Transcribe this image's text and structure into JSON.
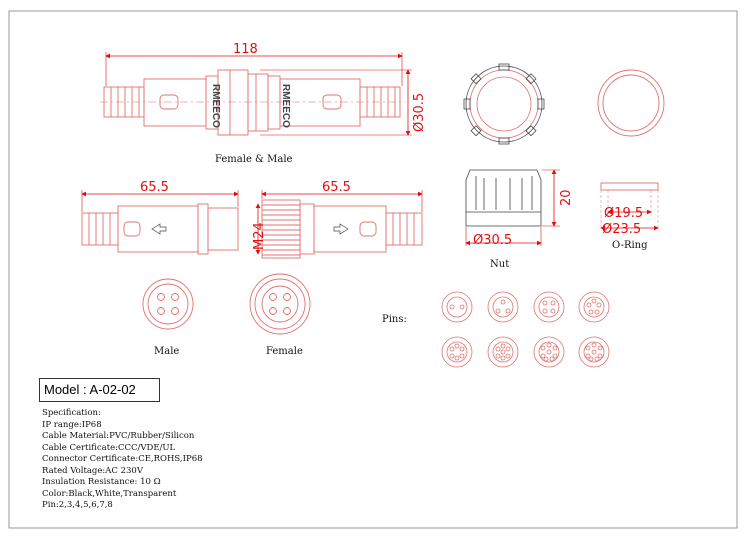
{
  "dimensions": {
    "overall_length": "118",
    "overall_dia": "Ø30.5",
    "left_half_length": "65.5",
    "right_half_length": "65.5",
    "thread": "M24",
    "nut_height": "20",
    "nut_dia": "Ø30.5",
    "oring_inner_dia": "Ø19.5",
    "oring_outer_dia": "Ø23.5"
  },
  "brand_marks": [
    "RMEECO",
    "RMEECO"
  ],
  "labels": {
    "assembly": "Female & Male",
    "nut": "Nut",
    "oring": "O-Ring",
    "male_face": "Male",
    "female_face": "Female",
    "pins": "Pins:"
  },
  "model": {
    "text": "Model  :  A-02-02"
  },
  "specification": [
    "Specification:",
    "IP range:IP68",
    "Cable Material:PVC/Rubber/Silicon",
    "Cable Certificate:CCC/VDE/UL",
    "Connector Certificate:CE,ROHS,IP68",
    "Rated Voltage:AC 230V",
    "Insulation Resistance: 10  Ω",
    "Color:Black,White,Transparent",
    "Pin:2,3,4,5,6,7,8"
  ],
  "pin_variants": [
    2,
    3,
    4,
    5,
    6,
    7,
    8,
    8
  ],
  "colors": {
    "line": "#e07070",
    "dimension": "#e01010",
    "frame": "#999999"
  }
}
